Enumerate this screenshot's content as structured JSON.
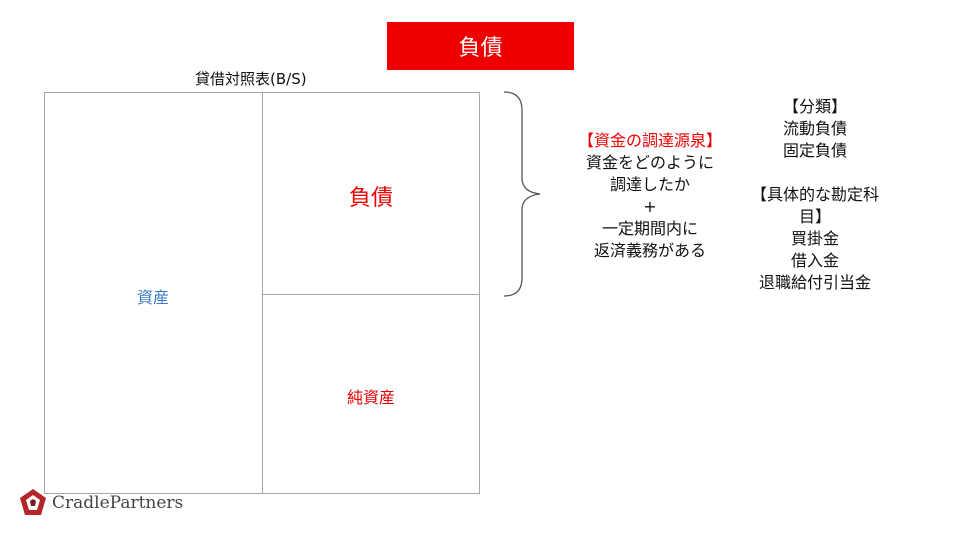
{
  "title": "負債",
  "bs_caption": "貸借対照表(B/S)",
  "boxes": {
    "asset": "資産",
    "liability": "負債",
    "net_assets": "純資産"
  },
  "funding_note": {
    "heading": "【資金の調達源泉】",
    "lines": [
      "資金をどのように",
      "調達したか",
      "+",
      "一定期間内に",
      "返済義務がある"
    ]
  },
  "classification": {
    "heading": "【分類】",
    "items": [
      "流動負債",
      "固定負債"
    ]
  },
  "accounts": {
    "heading": "【具体的な勘定科目】",
    "items": [
      "買掛金",
      "借入金",
      "退職給付引当金"
    ]
  },
  "logo": {
    "text": "CradlePartners"
  },
  "colors": {
    "accent_red": "#ee0000",
    "asset_blue": "#3b79c9",
    "frame_gray": "#a6a6a6"
  }
}
